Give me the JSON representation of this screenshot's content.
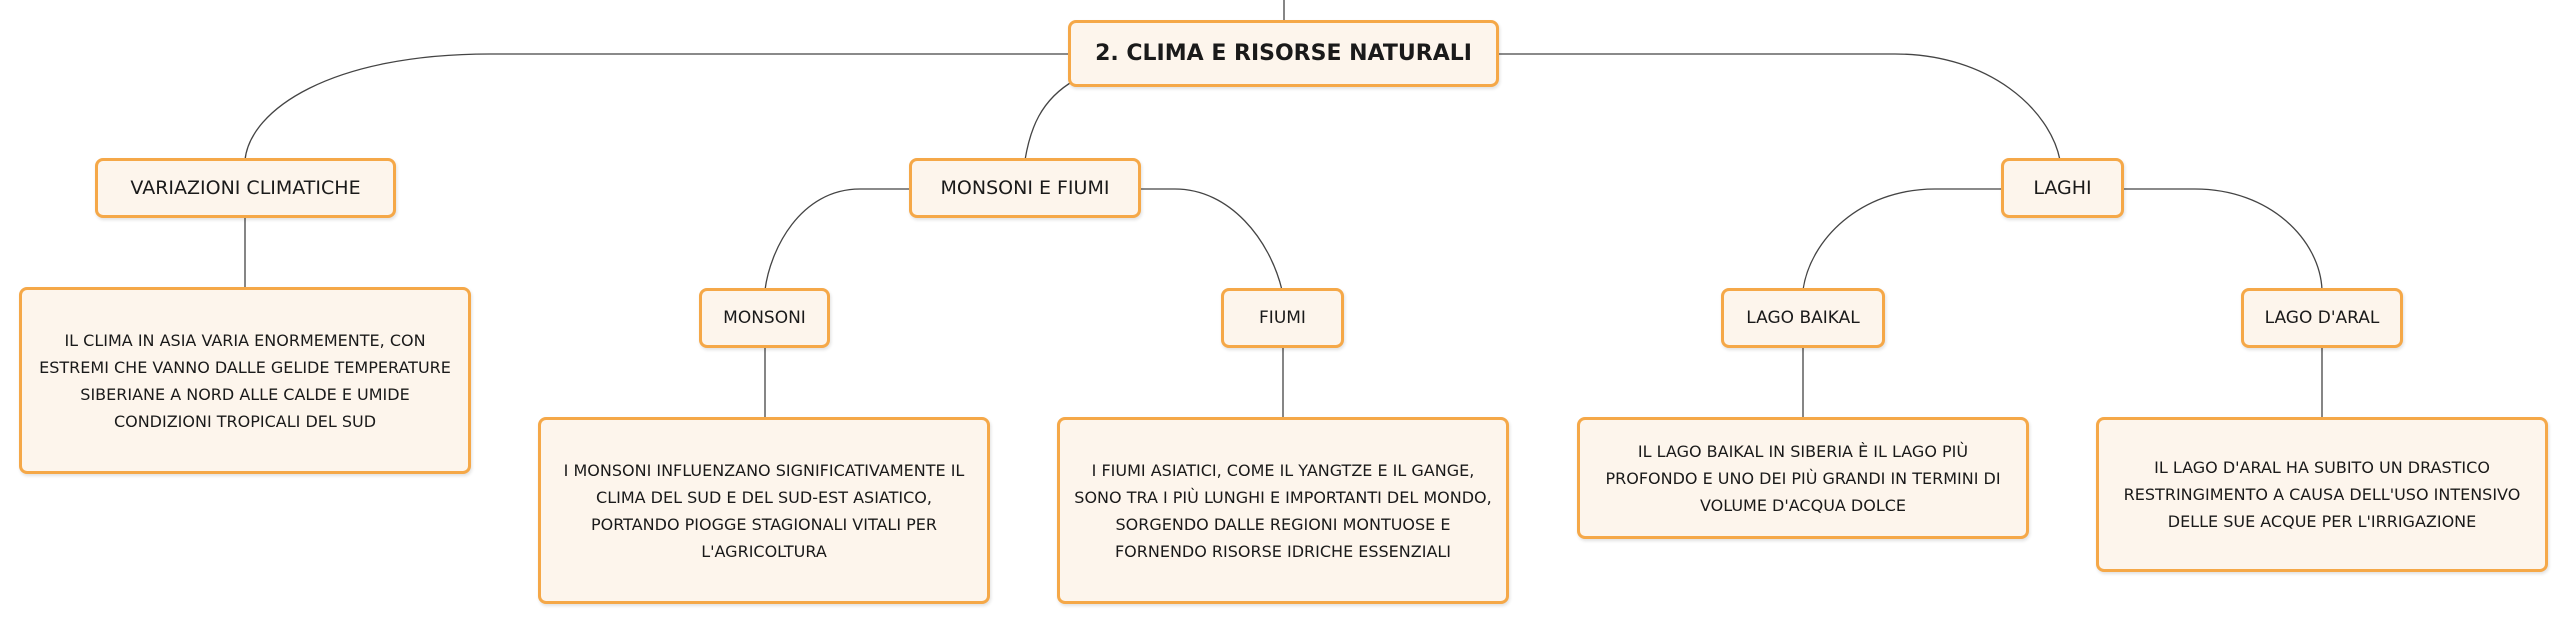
{
  "mindmap": {
    "root": "2. CLIMA E RISORSE NATURALI",
    "branches": {
      "variazioni": {
        "label": "VARIAZIONI CLIMATICHE",
        "note": "IL CLIMA IN ASIA VARIA ENORMEMENTE, CON ESTREMI CHE VANNO DALLE GELIDE TEMPERATURE SIBERIANE A NORD ALLE CALDE E UMIDE CONDIZIONI TROPICALI DEL SUD"
      },
      "monsoni_fiumi": {
        "label": "MONSONI E FIUMI",
        "monsoni": {
          "label": "MONSONI",
          "note": "I MONSONI INFLUENZANO SIGNIFICATIVAMENTE IL CLIMA DEL SUD E DEL SUD-EST ASIATICO, PORTANDO PIOGGE STAGIONALI VITALI PER L'AGRICOLTURA"
        },
        "fiumi": {
          "label": "FIUMI",
          "note": "I FIUMI ASIATICI, COME IL YANGTZE E IL GANGE, SONO TRA I PIÙ LUNGHI E IMPORTANTI DEL MONDO, SORGENDO DALLE REGIONI MONTUOSE E FORNENDO RISORSE IDRICHE ESSENZIALI"
        }
      },
      "laghi": {
        "label": "LAGHI",
        "baikal": {
          "label": "LAGO BAIKAL",
          "note": "IL LAGO BAIKAL IN SIBERIA È IL LAGO PIÙ PROFONDO E UNO DEI PIÙ GRANDI IN TERMINI DI VOLUME D'ACQUA DOLCE"
        },
        "aral": {
          "label": "LAGO D'ARAL",
          "note": "IL LAGO D'ARAL HA SUBITO UN DRASTICO RESTRINGIMENTO A CAUSA DELL'USO INTENSIVO DELLE SUE ACQUE PER L'IRRIGAZIONE"
        }
      }
    }
  },
  "colors": {
    "node_fill": "#fdf5ec",
    "node_border": "#f5a848",
    "connector": "#444444"
  }
}
